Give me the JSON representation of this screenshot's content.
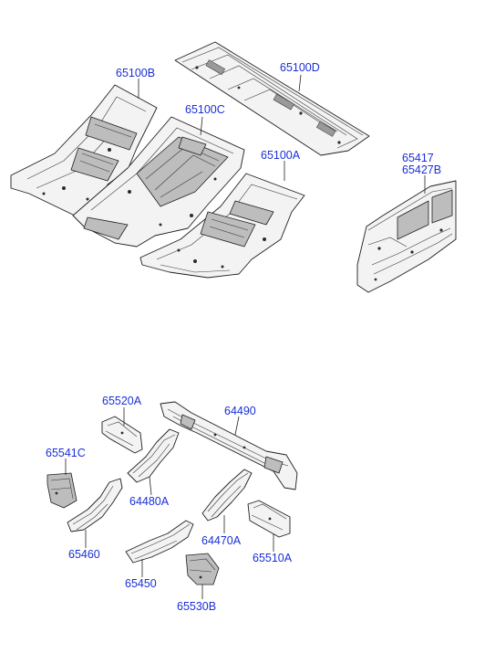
{
  "labels": {
    "p65100D": "65100D",
    "p65100B": "65100B",
    "p65100C": "65100C",
    "p65100A": "65100A",
    "p65417": "65417",
    "p65427B": "65427B",
    "p65520A": "65520A",
    "p64490": "64490",
    "p65541C": "65541C",
    "p64480A": "64480A",
    "p65460": "65460",
    "p64470A": "64470A",
    "p65510A": "65510A",
    "p65450": "65450",
    "p65530B": "65530B"
  },
  "colors": {
    "label": "#1a2fd6",
    "line": "#1e1e1e",
    "background": "#ffffff"
  }
}
